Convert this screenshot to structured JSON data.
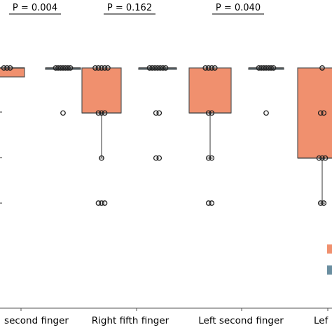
{
  "chart_data": {
    "type": "box",
    "title": "",
    "xlabel": "",
    "ylabel": "",
    "categories": [
      "second finger",
      "Right fifth finger",
      "Left second finger",
      "Lef"
    ],
    "p_values": [
      "P = 0.004",
      "P = 0.162",
      "P = 0.040",
      ""
    ],
    "series": [
      {
        "color": "#f0906e",
        "boxes": [
          {
            "q1": 3.8,
            "median": 4,
            "q3": 4,
            "whisker_low": 3.8,
            "whisker_high": 4,
            "points": [
              4,
              4,
              4
            ]
          },
          {
            "q1": 3,
            "median": 3,
            "q3": 4,
            "whisker_low": 2,
            "whisker_high": 4,
            "points": [
              4,
              4,
              4,
              4,
              4,
              3,
              3,
              3,
              2,
              1,
              1,
              1
            ]
          },
          {
            "q1": 3,
            "median": 3,
            "q3": 4,
            "whisker_low": 2,
            "whisker_high": 4,
            "points": [
              4,
              4,
              4,
              4,
              3,
              3,
              2,
              2,
              1,
              1
            ]
          },
          {
            "q1": 2,
            "median": 2,
            "q3": 4,
            "whisker_low": 1,
            "whisker_high": 4,
            "points": [
              4,
              3,
              3,
              2,
              2,
              2,
              1,
              1
            ]
          }
        ]
      },
      {
        "color": "#6a8ea0",
        "boxes": [
          {
            "q1": 4,
            "median": 4,
            "q3": 4,
            "whisker_low": 4,
            "whisker_high": 4,
            "points": [
              4,
              4,
              4,
              4,
              4,
              4,
              4,
              3
            ]
          },
          {
            "q1": 4,
            "median": 4,
            "q3": 4,
            "whisker_low": 4,
            "whisker_high": 4,
            "points": [
              4,
              4,
              4,
              4,
              4,
              4,
              4,
              3,
              3,
              2,
              2
            ]
          },
          {
            "q1": 4,
            "median": 4,
            "q3": 4,
            "whisker_low": 4,
            "whisker_high": 4,
            "points": [
              4,
              4,
              4,
              4,
              4,
              4,
              4,
              3
            ]
          },
          null
        ]
      }
    ],
    "ylim": [
      0.9,
      4.25
    ],
    "legend": {
      "placement": "right",
      "series_colors": [
        "#f0906e",
        "#6a8ea0"
      ]
    }
  }
}
